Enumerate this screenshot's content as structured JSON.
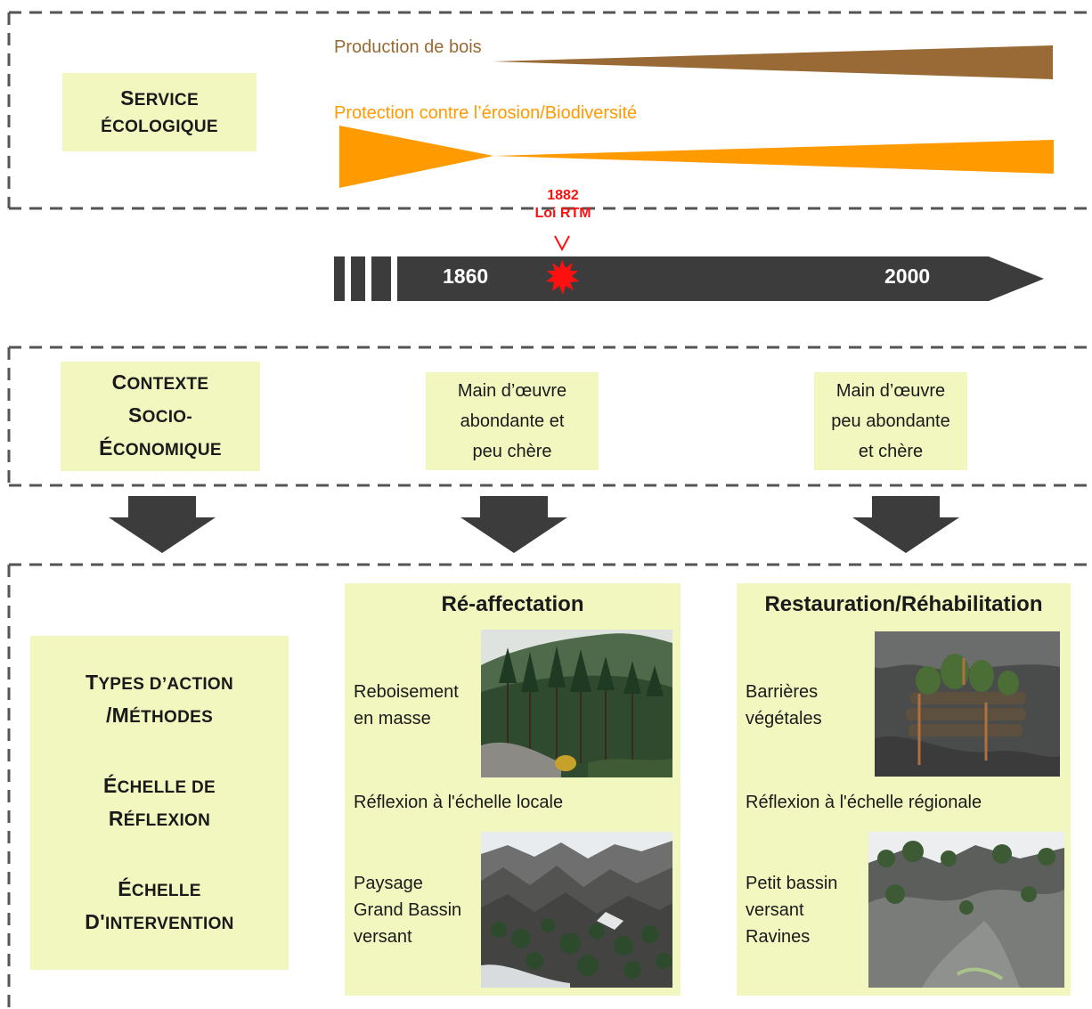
{
  "service": {
    "label": "Service écologique",
    "production_label": "Production de bois",
    "protection_label": "Protection contre l’érosion/Biodiversité"
  },
  "timeline": {
    "event_year": "1882",
    "event_label": "Loi RTM",
    "start_year": "1860",
    "end_year": "2000"
  },
  "context": {
    "label_1": "Contexte",
    "label_2": "socio-",
    "label_3": "économique",
    "middle_lines": [
      "Main d’œuvre",
      "abondante et",
      "peu chère"
    ],
    "right_lines": [
      "Main d’œuvre",
      "peu abondante",
      "et chère"
    ]
  },
  "actions": {
    "label_types_1": "Types d’action",
    "label_types_2": "/Méthodes",
    "label_reflexion_1": "Échelle de",
    "label_reflexion_2": "réflexion",
    "label_intervention_1": "Échelle",
    "label_intervention_2": "d'intervention"
  },
  "reaffectation": {
    "title": "Ré-affectation",
    "method_1": "Reboisement",
    "method_2": "en masse",
    "reflexion": "Réflexion à l'échelle locale",
    "scale_1": "Paysage",
    "scale_2": "Grand Bassin",
    "scale_3": "versant"
  },
  "restauration": {
    "title": "Restauration/Réhabilitation",
    "method_1": "Barrières",
    "method_2": "végétales",
    "reflexion": "Réflexion à l'échelle régionale",
    "scale_1": "Petit bassin",
    "scale_2": "versant",
    "scale_3": "Ravines"
  },
  "colors": {
    "box_fill": "#f2f7bf",
    "wood": "#9a6a36",
    "protection": "#ff9a00",
    "timeline": "#3c3c3c",
    "event": "#ff1010"
  }
}
